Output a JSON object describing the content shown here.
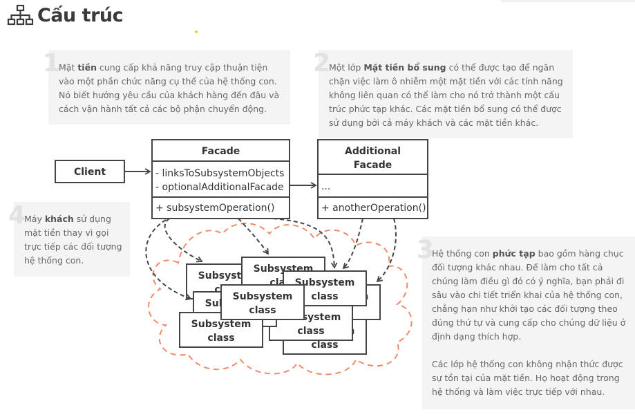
{
  "header": {
    "title": "Cấu trúc",
    "icon": "structure-icon"
  },
  "notes": [
    {
      "num": "1",
      "text_html": "Mặt <b>tiền</b> cung cấp khả năng truy cập thuận tiện vào một phần chức năng cụ thể của hệ thống con. Nó biết hướng yêu cầu của khách hàng đến đâu và cách vận hành tất cả các bộ phận chuyển động."
    },
    {
      "num": "2",
      "text_html": "Một lớp <b>Mặt tiền bổ sung</b> có thể được tạo để ngăn chặn việc làm ô nhiễm một mặt tiền với các tính năng không liên quan có thể làm cho nó trở thành một cấu trúc phức tạp khác. Các mặt tiền bổ sung có thể được sử dụng bởi cả máy khách và các mặt tiền khác."
    },
    {
      "num": "3",
      "text_html": "Hệ thống con <b>phức tạp</b> bao gồm hàng chục đối tượng khác nhau. Để làm cho tất cả chúng làm điều gì đó có ý nghĩa, bạn phải đi sâu vào chi tiết triển khai của hệ thống con, chẳng hạn như khởi tạo các đối tượng theo đúng thứ tự và cung cấp cho chúng dữ liệu ở định dạng thích hợp.",
      "text2": "Các lớp hệ thống con không nhận thức được sự tồn tại của mặt tiền. Họ hoạt động trong hệ thống và làm việc trực tiếp với nhau."
    },
    {
      "num": "4",
      "text_html": "Máy <b>khách</b> sử dụng mặt tiền thay vì gọi trực tiếp các đối tượng hệ thống con."
    }
  ],
  "diagram": {
    "client": {
      "label": "Client"
    },
    "facade": {
      "name": "Facade",
      "fields": [
        "- linksToSubsystemObjects",
        "- optionalAdditionalFacade"
      ],
      "methods": [
        "+ subsystemOperation()"
      ]
    },
    "additional_facade": {
      "name_lines": [
        "Additional",
        "Facade"
      ],
      "fields": [
        "..."
      ],
      "methods": [
        "+ anotherOperation()"
      ]
    },
    "subsystem_label": [
      "Subsystem",
      "class"
    ],
    "colors": {
      "stroke": "#444444",
      "cloud": "#f08a6a",
      "note_bg": "#f4f4f4",
      "number": "#e2e2e2"
    }
  }
}
